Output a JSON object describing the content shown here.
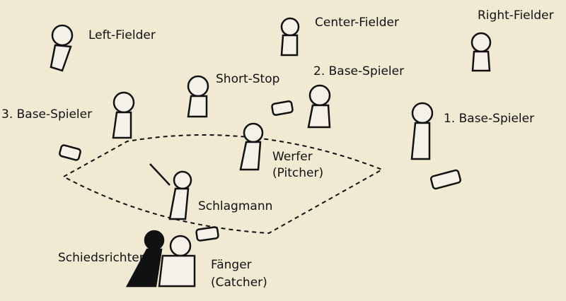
{
  "labels": {
    "left_fielder": "Left-Fielder",
    "center_fielder": "Center-Fielder",
    "right_fielder": "Right-Fielder",
    "short_stop": "Short-Stop",
    "second_base": "2. Base-Spieler",
    "third_base": "3. Base-Spieler",
    "first_base": "1. Base-Spieler",
    "pitcher": "Werfer",
    "pitcher_en": "(Pitcher)",
    "batter": "Schlagmann",
    "umpire": "Schiedsrichter",
    "catcher": "Fänger",
    "catcher_en": "(Catcher)"
  },
  "colors": {
    "paper": "#f1ead3",
    "ink": "#111111",
    "bleed": "#d7dbd2"
  }
}
